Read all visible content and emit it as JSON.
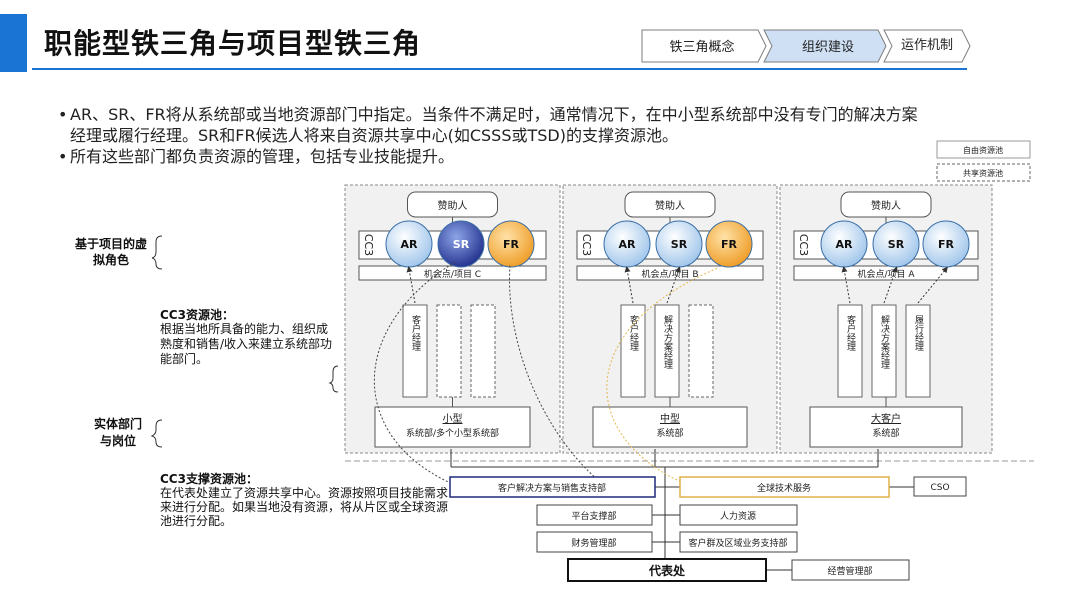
{
  "title": "职能型铁三角与项目型铁三角",
  "nav": {
    "steps": [
      "铁三角概念",
      "组织建设",
      "运作机制"
    ],
    "active_index": 1,
    "active_color": "#cfe0f5"
  },
  "bullets": [
    "AR、SR、FR将从系统部或当地资源部门中指定。当条件不满足时，通常情况下，在中小型系统部中没有专门的解决方案经理或履行经理。SR和FR候选人将来自资源共享中心(如CSSS或TSD)的支撑资源池。",
    "所有这些部门都负责资源的管理，包括专业技能提升。"
  ],
  "legend": {
    "free_pool": "自由资源池",
    "shared_pool": "共享资源池"
  },
  "left_labels": {
    "virtual_role": "基于项目的虚拟角色",
    "cc3_pool_title": "CC3资源池：",
    "cc3_pool_desc": "根据当地所具备的能力、组织成熟度和销售/收入来建立系统部功能部门。",
    "entity_dept": "实体部门与岗位",
    "cc3_support_title": "CC3支撑资源池：",
    "cc3_support_desc": "在代表处建立了资源共享中心。资源按照项目技能需求来进行分配。如果当地没有资源，将从片区或全球资源池进行分配。"
  },
  "panels": [
    {
      "sponsor": "赞助人",
      "cc3": "CC3",
      "roles": [
        "AR",
        "SR",
        "FR"
      ],
      "opportunity": "机会点/项目 C",
      "columns": [
        "客户经理",
        "",
        ""
      ],
      "dept_title": "小型",
      "dept_sub": "系统部/多个小型系统部"
    },
    {
      "sponsor": "赞助人",
      "cc3": "CC3",
      "roles": [
        "AR",
        "SR",
        "FR"
      ],
      "opportunity": "机会点/项目 B",
      "columns": [
        "客户经理",
        "解决方案经理",
        ""
      ],
      "dept_title": "中型",
      "dept_sub": "系统部"
    },
    {
      "sponsor": "赞助人",
      "cc3": "CC3",
      "roles": [
        "AR",
        "SR",
        "FR"
      ],
      "opportunity": "机会点/项目 A",
      "columns": [
        "客户经理",
        "解决方案经理",
        "履行经理"
      ],
      "dept_title": "大客户",
      "dept_sub": "系统部"
    }
  ],
  "bottom": {
    "solution_sales": "客户解决方案与销售支持部",
    "global_tech": "全球技术服务",
    "cso": "CSO",
    "platform": "平台支撑部",
    "hr": "人力资源",
    "finance": "财务管理部",
    "customer_group": "客户群及区域业务支持部",
    "rep_office": "代表处",
    "operations": "经营管理部"
  },
  "colors": {
    "accent": "#1a74d4",
    "ar_circle": "#cfe3f7",
    "sr_dark": "#2d3e9e",
    "fr_orange": "#f3a93c",
    "navy_border": "#1f2a7a",
    "gold_border": "#e0b04a"
  }
}
